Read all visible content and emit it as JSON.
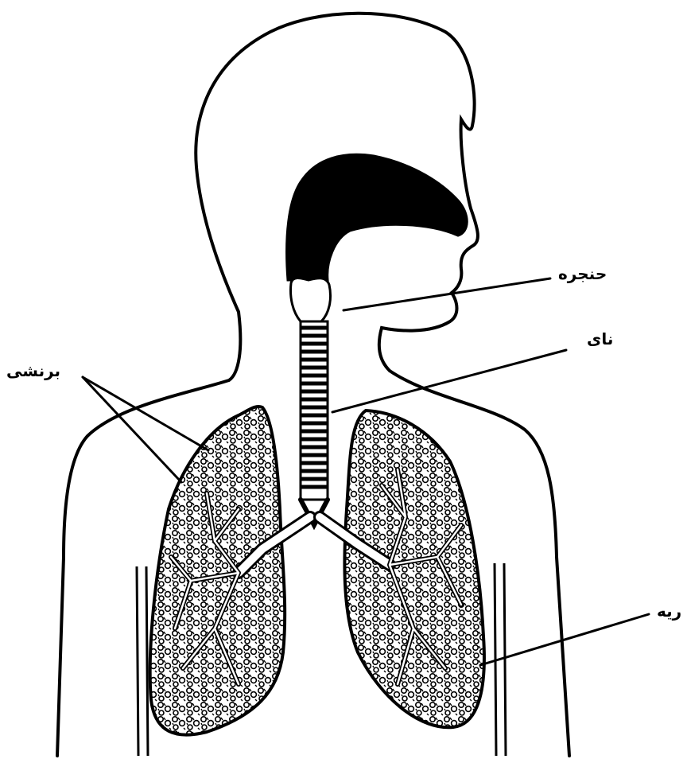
{
  "diagram": {
    "labels": {
      "larynx": "حنجره",
      "trachea": "نای",
      "bronchi": "برنشی",
      "lung": "ریه"
    }
  }
}
